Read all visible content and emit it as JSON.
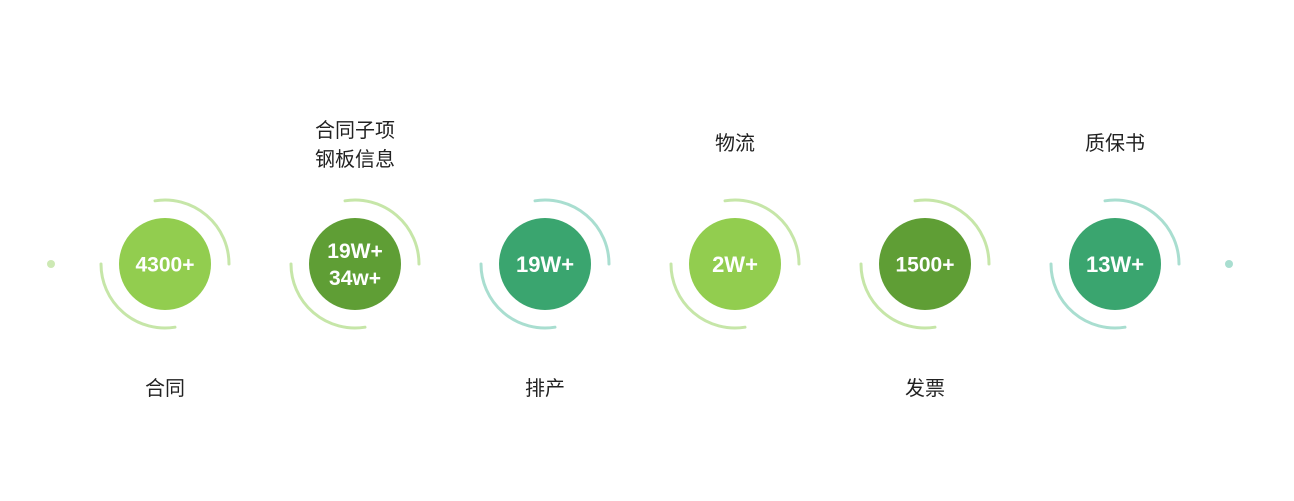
{
  "steps": [
    {
      "label_lines": [
        "合同"
      ],
      "value_lines": [
        "4300+"
      ],
      "label_position": "below",
      "color": "#92cd4f"
    },
    {
      "label_lines": [
        "合同子项",
        "钢板信息"
      ],
      "value_lines": [
        "19W+",
        "34w+"
      ],
      "label_position": "above",
      "color": "#5f9e35"
    },
    {
      "label_lines": [
        "排产"
      ],
      "value_lines": [
        "19W+"
      ],
      "label_position": "below",
      "color": "#3aa56f"
    },
    {
      "label_lines": [
        "物流"
      ],
      "value_lines": [
        "2W+"
      ],
      "label_position": "above",
      "color": "#92cd4f"
    },
    {
      "label_lines": [
        "发票"
      ],
      "value_lines": [
        "1500+"
      ],
      "label_position": "below",
      "color": "#5f9e35"
    },
    {
      "label_lines": [
        "质保书"
      ],
      "value_lines": [
        "13W+"
      ],
      "label_position": "above",
      "color": "#3aa56f"
    }
  ],
  "colors": {
    "connector_start": "#c6e6a8",
    "connector_end": "#a9ded0",
    "endpoint_dot": "#cde9b4",
    "label_text": "#222222"
  }
}
